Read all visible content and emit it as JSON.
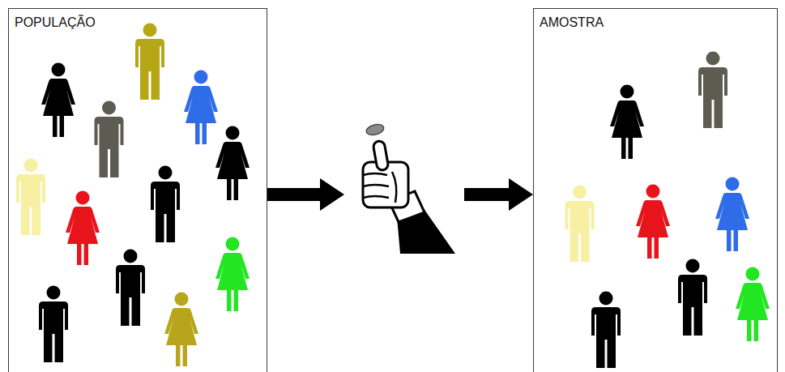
{
  "diagram": {
    "nodes": [
      {
        "text": [
          "POPULAÇÃO"
        ]
      },
      {
        "text": [
          "AMOSTRA"
        ]
      }
    ],
    "edges": [
      {
        "from": 0,
        "to": 1,
        "arrow": "to"
      }
    ]
  }
}
